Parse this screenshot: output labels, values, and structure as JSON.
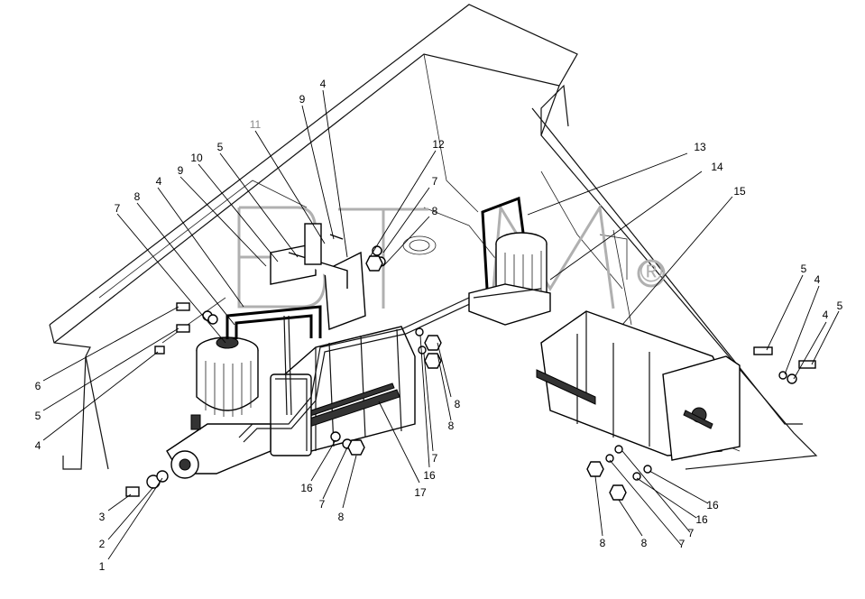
{
  "watermark": {
    "text": "BTM",
    "mark": "®"
  },
  "labels": [
    {
      "id": "l4a",
      "text": "4"
    },
    {
      "id": "l9a",
      "text": "9"
    },
    {
      "id": "l11",
      "text": "11",
      "muted": true
    },
    {
      "id": "l12",
      "text": "12"
    },
    {
      "id": "l5a",
      "text": "5"
    },
    {
      "id": "l10",
      "text": "10"
    },
    {
      "id": "l9b",
      "text": "9"
    },
    {
      "id": "l7a",
      "text": "7"
    },
    {
      "id": "l4b",
      "text": "4"
    },
    {
      "id": "l8a",
      "text": "8"
    },
    {
      "id": "l8b",
      "text": "8"
    },
    {
      "id": "l7b",
      "text": "7"
    },
    {
      "id": "l13",
      "text": "13"
    },
    {
      "id": "l14",
      "text": "14"
    },
    {
      "id": "l15",
      "text": "15"
    },
    {
      "id": "l6",
      "text": "6"
    },
    {
      "id": "l5b",
      "text": "5"
    },
    {
      "id": "l4c",
      "text": "4"
    },
    {
      "id": "l3",
      "text": "3"
    },
    {
      "id": "l2",
      "text": "2"
    },
    {
      "id": "l1",
      "text": "1"
    },
    {
      "id": "l16a",
      "text": "16"
    },
    {
      "id": "l7c",
      "text": "7"
    },
    {
      "id": "l8c",
      "text": "8"
    },
    {
      "id": "l17",
      "text": "17"
    },
    {
      "id": "l16b",
      "text": "16"
    },
    {
      "id": "l7d",
      "text": "7"
    },
    {
      "id": "l8d",
      "text": "8"
    },
    {
      "id": "l8e",
      "text": "8"
    },
    {
      "id": "l5c",
      "text": "5"
    },
    {
      "id": "l4d",
      "text": "4"
    },
    {
      "id": "l4e",
      "text": "4"
    },
    {
      "id": "l5d",
      "text": "5"
    },
    {
      "id": "l16c",
      "text": "16"
    },
    {
      "id": "l16d",
      "text": "16"
    },
    {
      "id": "l7e",
      "text": "7"
    },
    {
      "id": "l7f",
      "text": "7"
    },
    {
      "id": "l8f",
      "text": "8"
    },
    {
      "id": "l8g",
      "text": "8"
    }
  ]
}
